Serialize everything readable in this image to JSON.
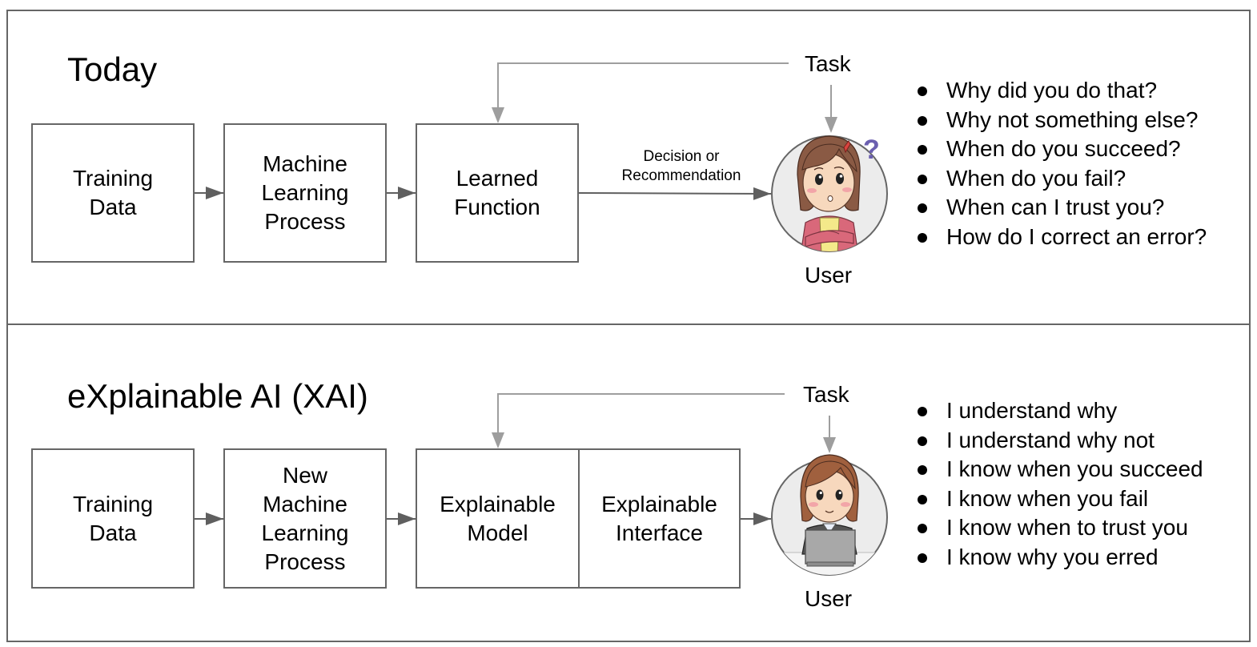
{
  "colors": {
    "border": "#666666",
    "arrow_dark": "#5f5f5f",
    "arrow_light": "#9e9e9e",
    "avatar_bg": "#ececec",
    "question_mark": "#6b5fb0"
  },
  "today": {
    "title": "Today",
    "boxes": [
      {
        "lines": [
          "Training",
          "Data"
        ]
      },
      {
        "lines": [
          "Machine",
          "Learning",
          "Process"
        ]
      },
      {
        "lines": [
          "Learned",
          "Function"
        ]
      }
    ],
    "edge_label": [
      "Decision or",
      "Recommendation"
    ],
    "task_label": "Task",
    "user_label": "User",
    "user_icon": "confused-user-icon",
    "questions": [
      "Why did you do that?",
      "Why not something else?",
      "When do you succeed?",
      "When do you fail?",
      "When can I trust you?",
      "How do I correct an error?"
    ]
  },
  "xai": {
    "title": "eXplainable AI (XAI)",
    "boxes": [
      {
        "lines": [
          "Training",
          "Data"
        ]
      },
      {
        "lines": [
          "New",
          "Machine",
          "Learning",
          "Process"
        ]
      },
      {
        "lines": [
          "Explainable",
          "Model"
        ]
      },
      {
        "lines": [
          "Explainable",
          "Interface"
        ]
      }
    ],
    "task_label": "Task",
    "user_label": "User",
    "user_icon": "laptop-user-icon",
    "statements": [
      "I understand why",
      "I understand why not",
      "I know when you succeed",
      "I know when you fail",
      "I know when to trust you",
      "I know why you erred"
    ]
  }
}
